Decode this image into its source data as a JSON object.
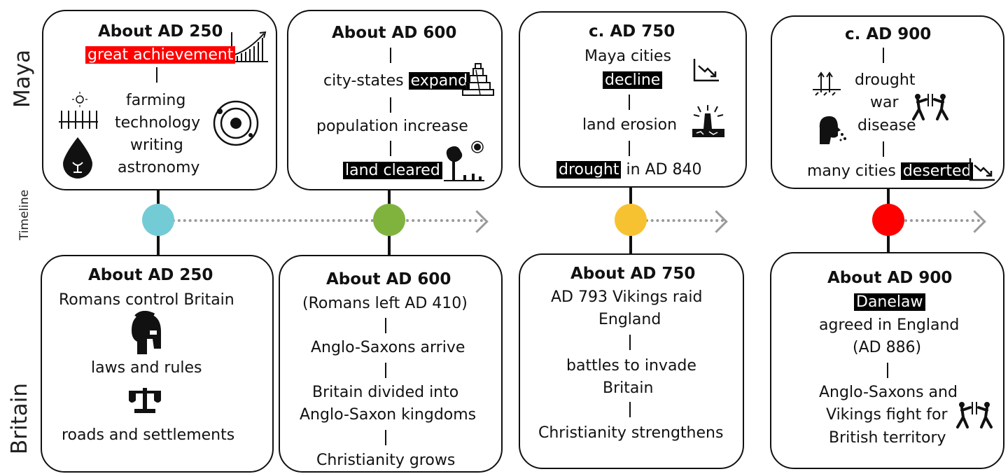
{
  "labels": {
    "maya": "Maya",
    "timeline": "Timeline",
    "britain": "Britain"
  },
  "colors": {
    "dot1": "#73cbd6",
    "dot2": "#80b33e",
    "dot3": "#f7c232",
    "dot4": "#ff0000",
    "arrow": "#9a9a9a"
  },
  "maya": [
    {
      "title": "About AD 250",
      "highlight": "great achievement",
      "items": [
        "farming",
        "technology",
        "writing",
        "astronomy"
      ]
    },
    {
      "title": "About AD 600",
      "city": "city-states",
      "expand": "expand",
      "population": "population increase",
      "cleared": "land cleared"
    },
    {
      "title": "c. AD 750",
      "cities": "Maya cities",
      "decline": "decline",
      "erosion": "land erosion",
      "drought": "drought",
      "drought_rest": "in AD 840"
    },
    {
      "title": "c. AD 900",
      "drought": "drought",
      "war": "war",
      "disease": "disease",
      "cities": "many cities",
      "deserted": "deserted"
    }
  ],
  "britain": [
    {
      "title": "About AD 250",
      "romans": "Romans control Britain",
      "laws": "laws and rules",
      "roads": "roads and settlements"
    },
    {
      "title": "About AD 600",
      "left": "(Romans left AD 410)",
      "arrive": "Anglo-Saxons arrive",
      "divided1": "Britain divided into",
      "divided2": "Anglo-Saxon kingdoms",
      "christ": "Christianity grows"
    },
    {
      "title": "About AD 750",
      "raid1": "AD 793 Vikings raid",
      "raid2": "England",
      "battles1": "battles to invade",
      "battles2": "Britain",
      "christ": "Christianity strengthens"
    },
    {
      "title": "About AD 900",
      "danelaw": "Danelaw",
      "agreed1": "agreed in England",
      "agreed2": "(AD 886)",
      "fight1": "Anglo-Saxons and",
      "fight2": "Vikings fight for",
      "fight3": "British territory"
    }
  ]
}
